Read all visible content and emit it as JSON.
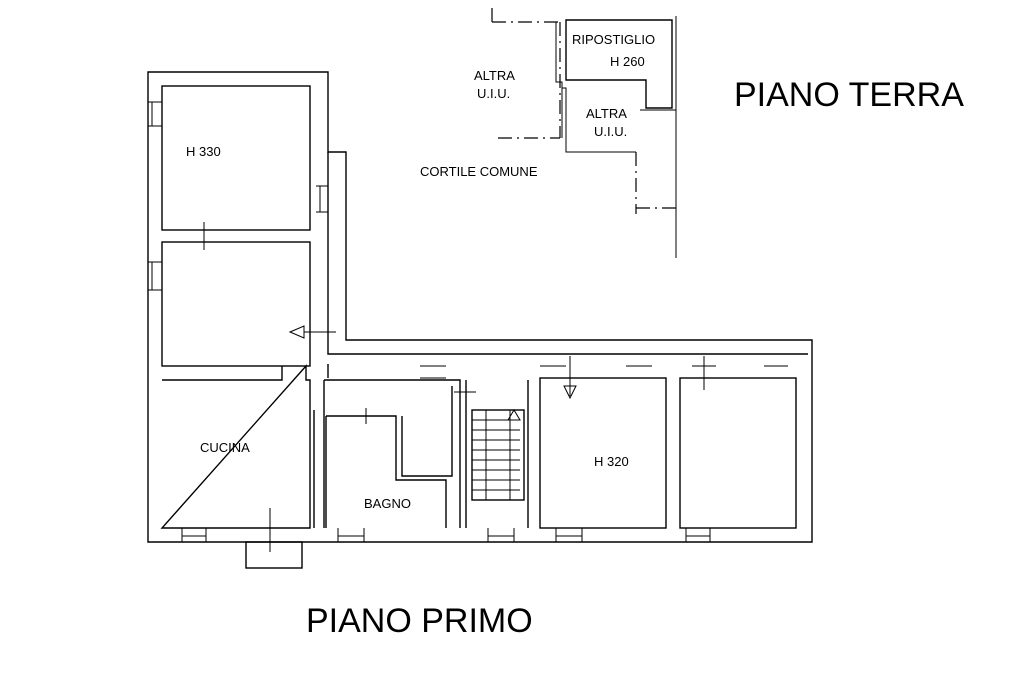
{
  "titles": {
    "ground_floor": "PIANO TERRA",
    "first_floor": "PIANO PRIMO"
  },
  "ground_floor_labels": {
    "storage_room": "RIPOSTIGLIO",
    "storage_height": "H 260",
    "other_unit_left_line1": "ALTRA",
    "other_unit_left_line2": "U.I.U.",
    "other_unit_right_line1": "ALTRA",
    "other_unit_right_line2": "U.I.U.",
    "courtyard": "CORTILE COMUNE"
  },
  "first_floor_labels": {
    "room_height_west": "H 330",
    "kitchen": "CUCINA",
    "bathroom": "BAGNO",
    "room_height_east": "H 320"
  }
}
